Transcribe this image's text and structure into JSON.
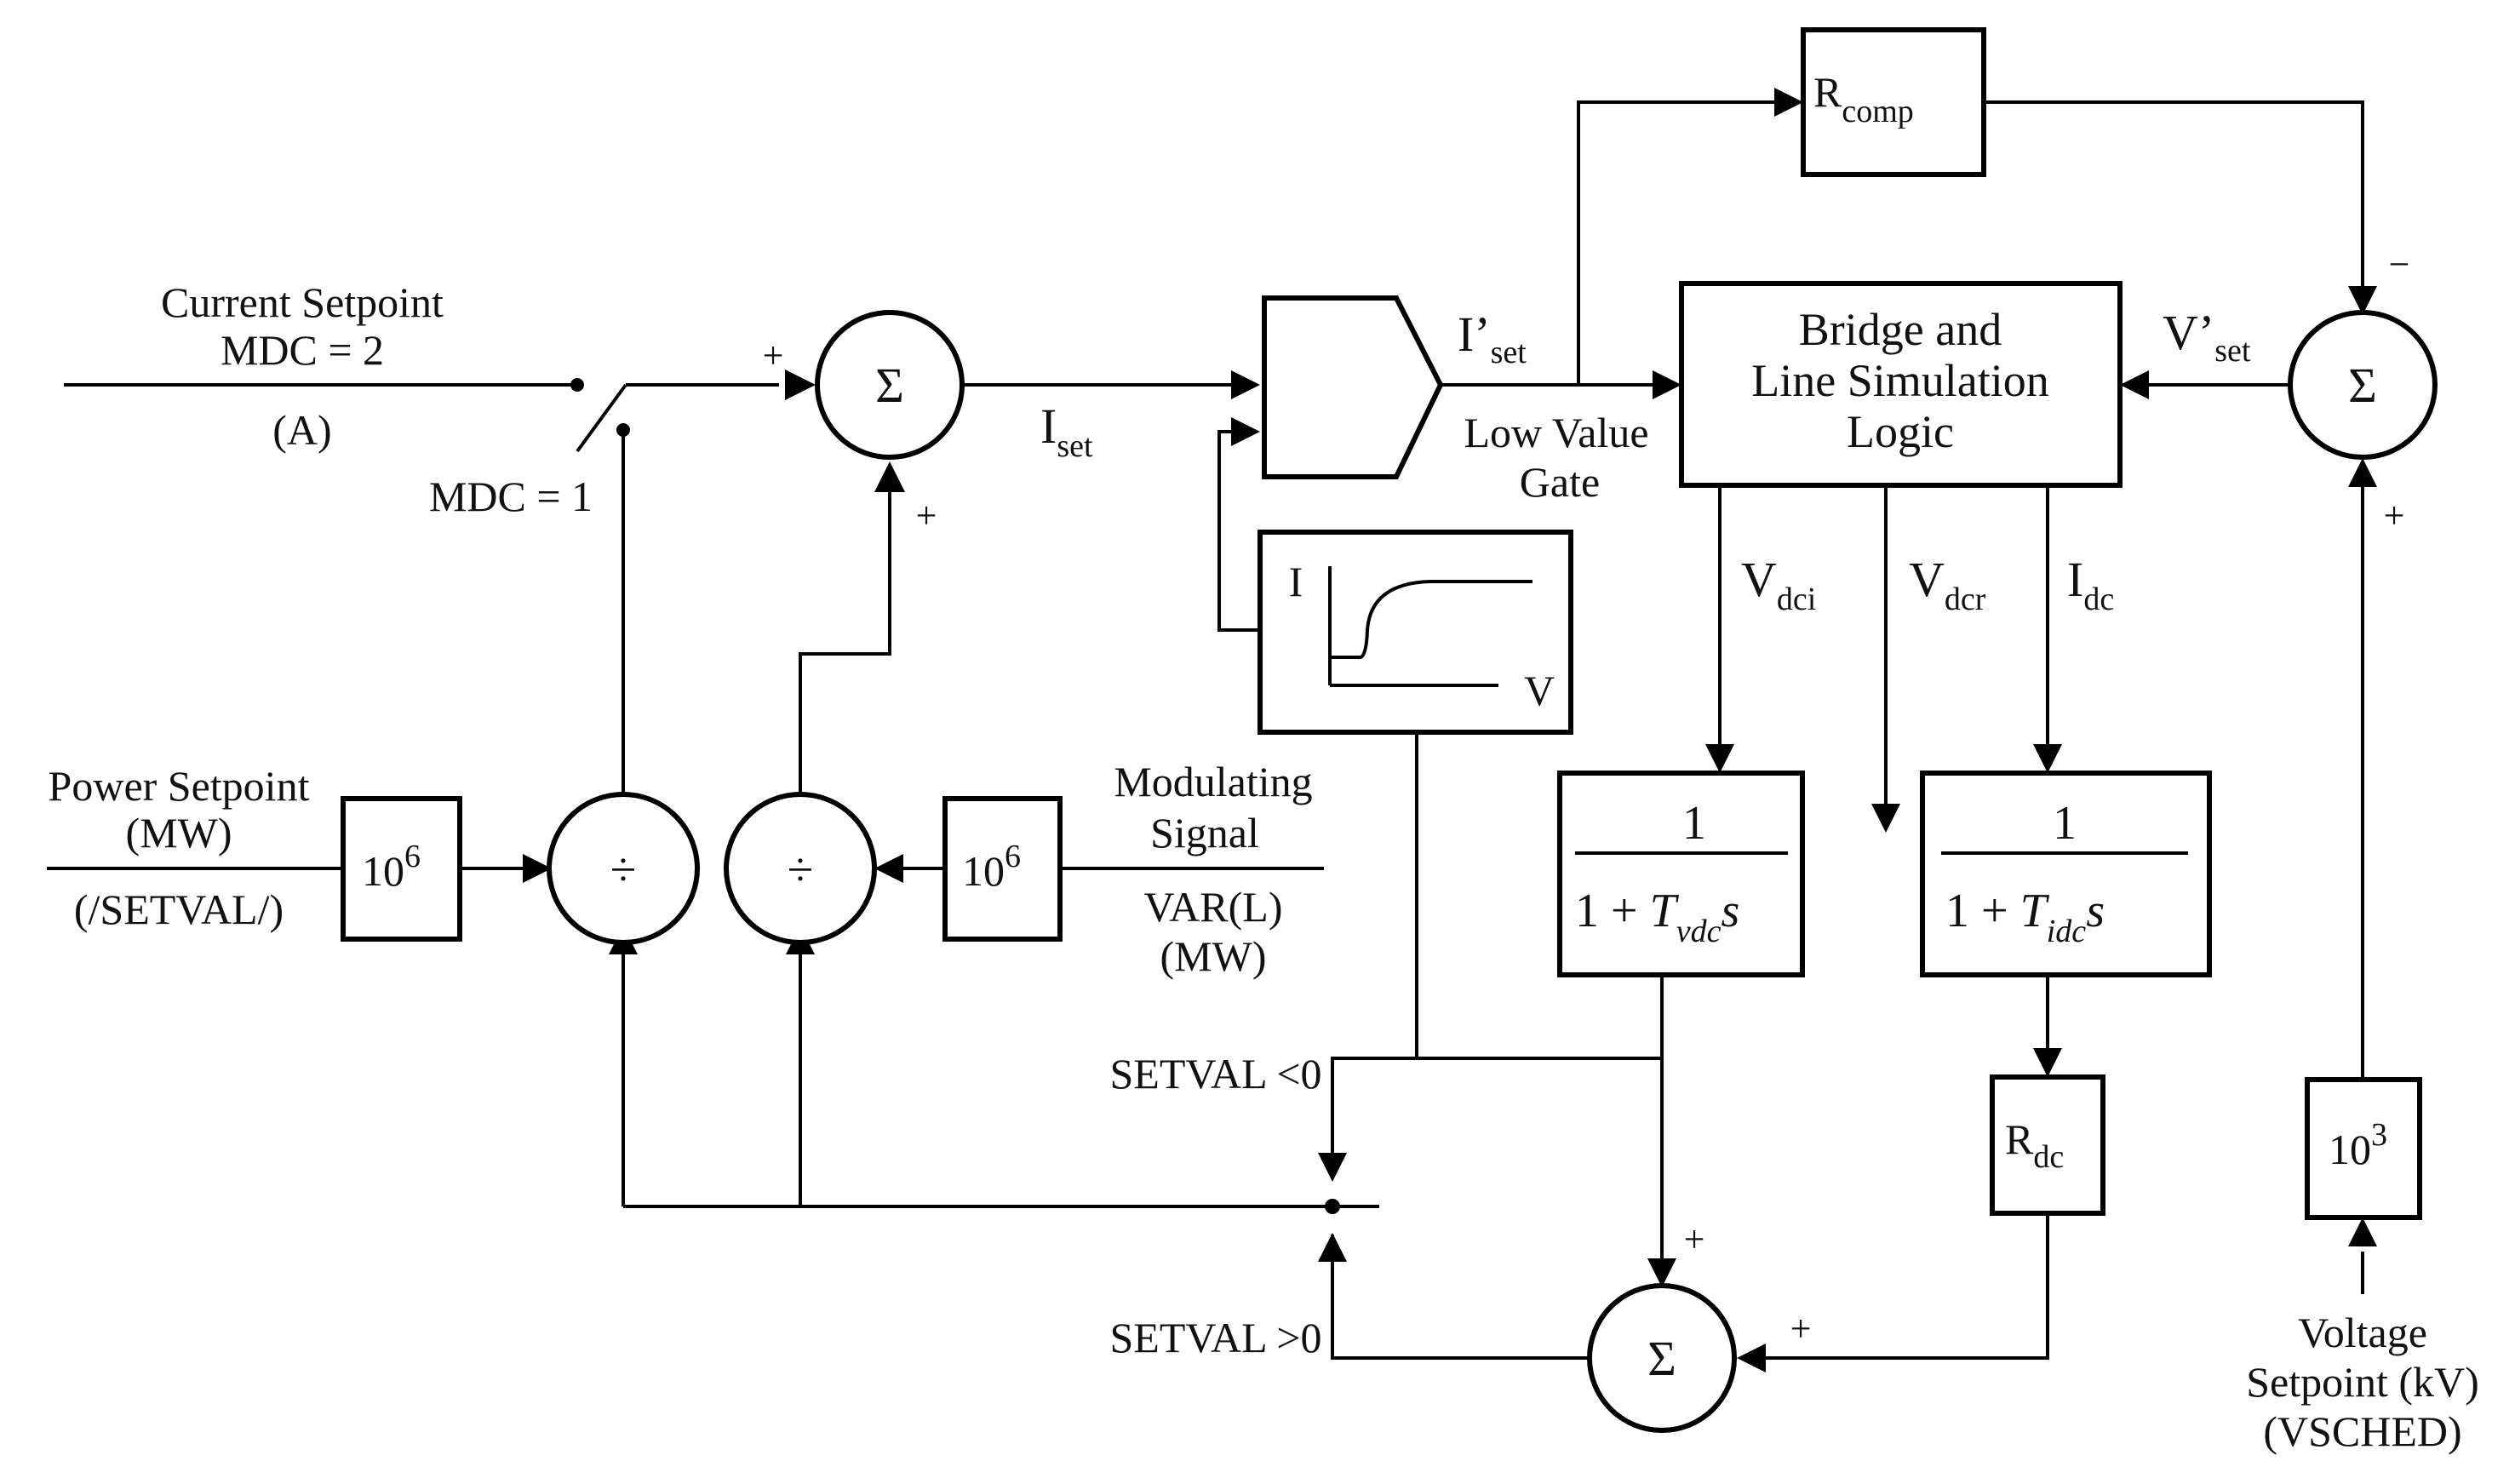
{
  "inputs": {
    "current_setpoint": [
      "Current Setpoint",
      "MDC = 2",
      "(A)"
    ],
    "mdc1": "MDC = 1",
    "power_setpoint": [
      "Power Setpoint",
      "(MW)",
      "(/SETVAL/)"
    ],
    "modulating": [
      "Modulating",
      "Signal",
      "VAR(L)",
      "(MW)"
    ],
    "voltage_setpoint": [
      "Voltage",
      "Setpoint (kV)",
      "(VSCHED)"
    ]
  },
  "gains": {
    "base": "10",
    "exp6": "6",
    "exp3": "3"
  },
  "symbols": {
    "sum": "Σ",
    "divide": "÷",
    "plus": "+",
    "minus": "−"
  },
  "signals": {
    "iset_main": "I",
    "iset_sub": "set",
    "iprime": "I’",
    "iprime_sub": "set",
    "vprime": "V’",
    "vprime_sub": "set",
    "vdci_main": "V",
    "vdci_sub": "dci",
    "vdcr_main": "V",
    "vdcr_sub": "dcr",
    "idc_main": "I",
    "idc_sub": "dc"
  },
  "gate": [
    "Low Value",
    "Gate"
  ],
  "bridge": [
    "Bridge and",
    "Line Simulation",
    "Logic"
  ],
  "rcomp": {
    "main": "R",
    "sub": "comp"
  },
  "rdc": {
    "main": "R",
    "sub": "dc"
  },
  "vdcol": {
    "i_label": "I",
    "v_label": "V"
  },
  "tf_vdc": {
    "num": "1",
    "den_prefix": "1 + ",
    "T": "T",
    "sub": "vdc",
    "s": "s"
  },
  "tf_idc": {
    "num": "1",
    "den_prefix": "1 + ",
    "T": "T",
    "sub": "idc",
    "s": "s"
  },
  "setval": {
    "neg": "SETVAL <0",
    "pos": "SETVAL >0"
  }
}
